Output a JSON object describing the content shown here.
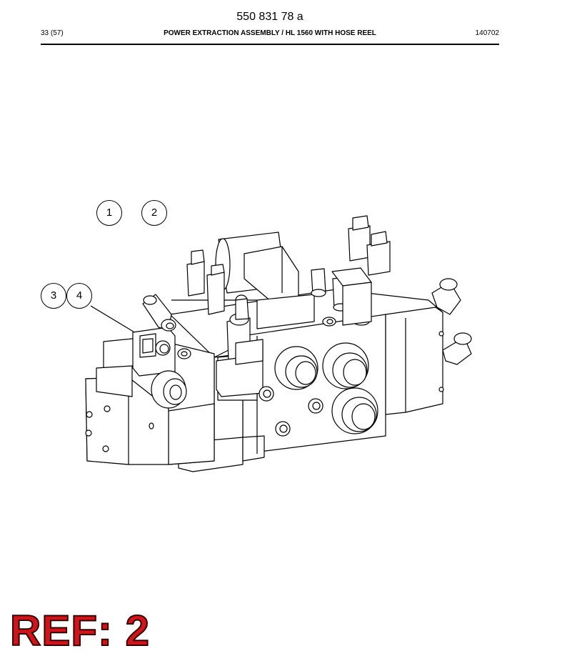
{
  "header": {
    "doc_number": "550 831 78 a",
    "page": "33 (57)",
    "title": "POWER EXTRACTION ASSEMBLY / HL 1560 WITH HOSE REEL",
    "date_code": "140702"
  },
  "callouts": [
    "1",
    "2",
    "3",
    "4"
  ],
  "ref_stamp": "REF: 2",
  "colors": {
    "ref_fill": "#c8171d",
    "line": "#000000"
  }
}
